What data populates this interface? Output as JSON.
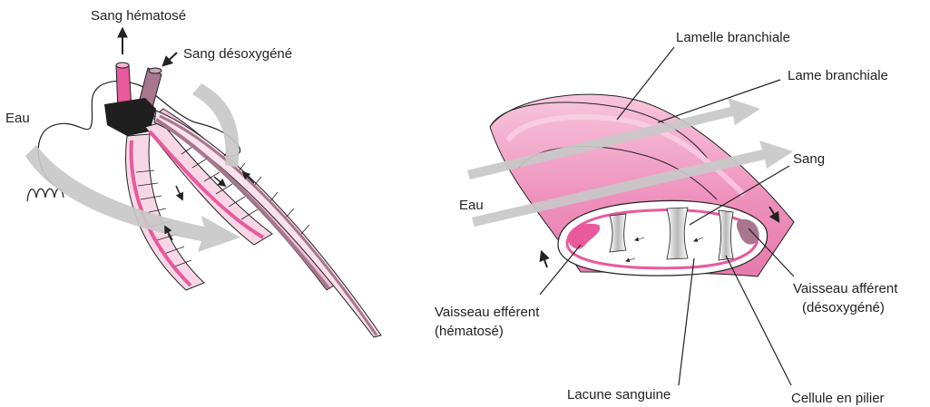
{
  "left_figure": {
    "labels": {
      "sang_hematose": "Sang hématosé",
      "sang_desoxygene": "Sang désoxygéné",
      "eau": "Eau"
    }
  },
  "right_figure": {
    "labels": {
      "lamelle_branchiale": "Lamelle branchiale",
      "lame_branchiale": "Lame branchiale",
      "sang": "Sang",
      "eau": "Eau",
      "vaisseau_efferent_line1": "Vaisseau efférent",
      "vaisseau_efferent_line2": "(hématosé)",
      "vaisseau_afferent_line1": "Vaisseau afférent",
      "vaisseau_afferent_line2": "(désoxygéné)",
      "lacune_sanguine": "Lacune sanguine",
      "cellule_en_pilier": "Cellule en pilier"
    }
  },
  "colors": {
    "oxygenated_pink": "#e85a9c",
    "deoxygenated_mauve": "#a8768f",
    "tissue_pink": "#f3a6c8",
    "water_arrow_gray": "#c8c8c8",
    "outline": "#222222"
  }
}
